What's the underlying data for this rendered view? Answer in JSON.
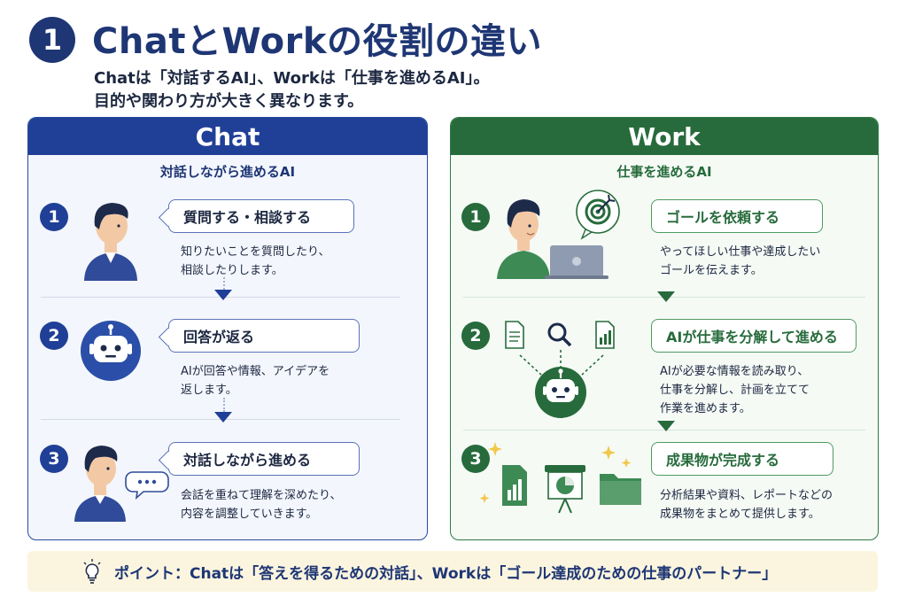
{
  "header": {
    "number": "1",
    "title": "ChatとWorkの役割の違い",
    "subtitle_line1": "Chatは「対話するAI」、Workは「仕事を進めるAI」。",
    "subtitle_line2": "目的や関わり方が大きく異なります。"
  },
  "chat": {
    "title": "Chat",
    "subtitle": "対話しながら進めるAI",
    "steps": [
      {
        "num": "1",
        "label": "質問する・相談する",
        "desc1": "知りたいことを質問したり、",
        "desc2": "相談したりします。",
        "icon": "person-icon"
      },
      {
        "num": "2",
        "label": "回答が返る",
        "desc1": "AIが回答や情報、アイデアを",
        "desc2": "返します。",
        "icon": "robot-icon"
      },
      {
        "num": "3",
        "label": "対話しながら進める",
        "desc1": "会話を重ねて理解を深めたり、",
        "desc2": "内容を調整していきます。",
        "icon": "person-chat-icon"
      }
    ]
  },
  "work": {
    "title": "Work",
    "subtitle": "仕事を進めるAI",
    "steps": [
      {
        "num": "1",
        "label": "ゴールを依頼する",
        "desc1": "やってほしい仕事や達成したい",
        "desc2": "ゴールを伝えます。",
        "desc3": "",
        "icon": "person-laptop-target-icon"
      },
      {
        "num": "2",
        "label": "AIが仕事を分解して進める",
        "desc1": "AIが必要な情報を読み取り、",
        "desc2": "仕事を分解し、計画を立てて",
        "desc3": "作業を進めます。",
        "icon": "robot-tools-icon"
      },
      {
        "num": "3",
        "label": "成果物が完成する",
        "desc1": "分析結果や資料、レポートなどの",
        "desc2": "成果物をまとめて提供します。",
        "desc3": "",
        "icon": "deliverables-icon"
      }
    ]
  },
  "point": {
    "text": "ポイント：Chatは「答えを得るための対話」、Workは「ゴール達成のための仕事のパートナー」",
    "icon": "lightbulb-icon"
  },
  "colors": {
    "chat_accent": "#203f97",
    "work_accent": "#276b3c",
    "point_bg": "#fbf5df"
  }
}
